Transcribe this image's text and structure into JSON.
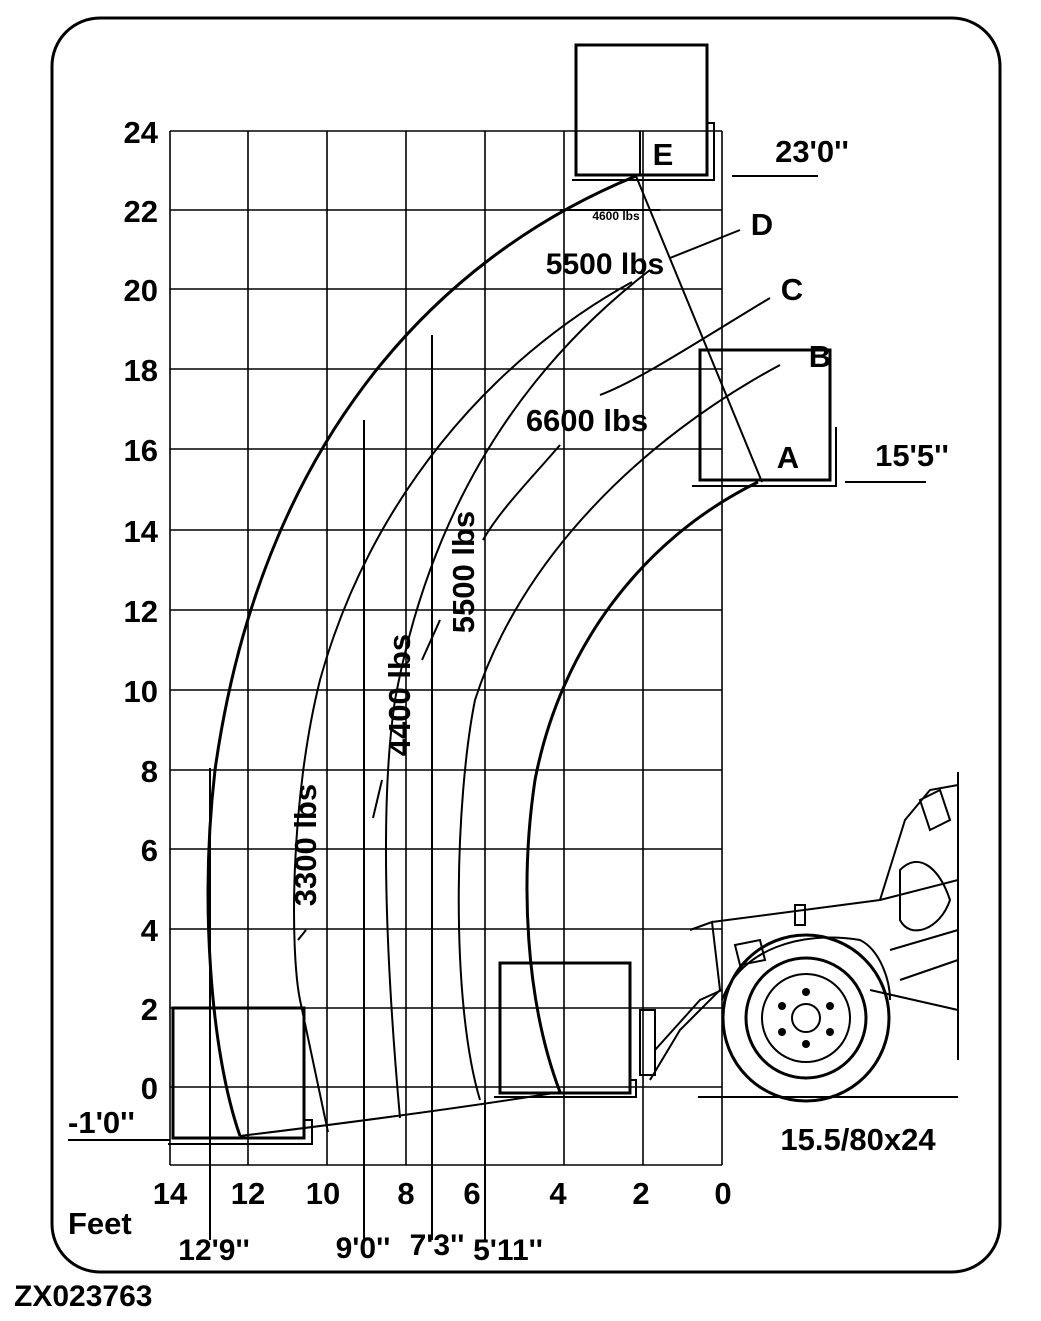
{
  "figure_id": "ZX023763",
  "axis": {
    "y_ticks": [
      "24",
      "22",
      "20",
      "18",
      "16",
      "14",
      "12",
      "10",
      "8",
      "6",
      "4",
      "2",
      "0"
    ],
    "y_below": "-1'0''",
    "x_ticks": [
      "14",
      "12",
      "10",
      "8",
      "6",
      "4",
      "2",
      "0"
    ],
    "x_unit": "Feet"
  },
  "positions": {
    "A": "A",
    "B": "B",
    "C": "C",
    "D": "D",
    "E": "E"
  },
  "heights": {
    "max": "23'0''",
    "mid": "15'5''"
  },
  "reaches": {
    "r1": "12'9''",
    "r2": "9'0''",
    "r3": "7'3''",
    "r4": "5'11''"
  },
  "loads": {
    "e_zone": "4600 lbs",
    "d_zone": "5500 lbs",
    "c_zone": "6600 lbs",
    "vertical_5500": "5500 lbs",
    "vertical_4400": "4400 lbs",
    "vertical_3300": "3300 lbs"
  },
  "tire": "15.5/80x24"
}
